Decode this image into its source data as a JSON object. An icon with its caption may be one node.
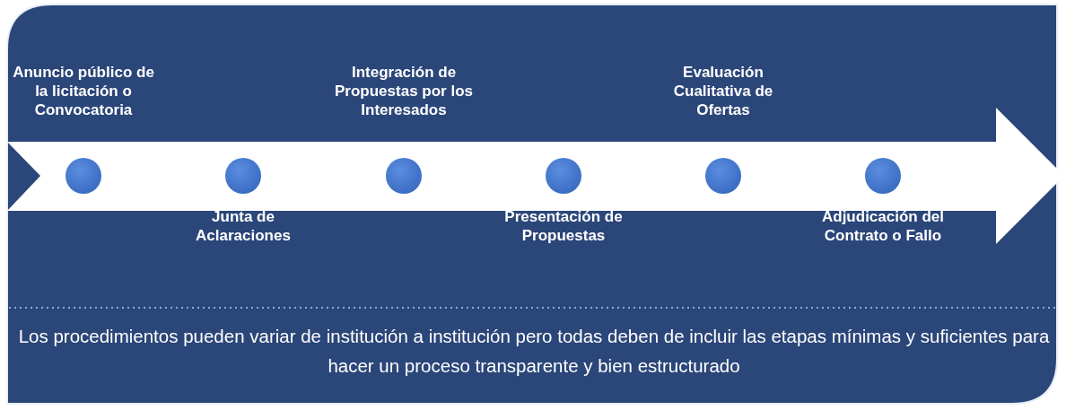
{
  "diagram": {
    "nodes": [
      {
        "text": [],
        "shape": "circle",
        "beside": [
          "Anuncio público de la licitación o Convocatoria"
        ]
      },
      {
        "text": [],
        "shape": "circle",
        "beside": [
          "Junta de Aclaraciones"
        ]
      },
      {
        "text": [],
        "shape": "circle",
        "beside": [
          "Integración de Propuestas por los Interesados"
        ]
      },
      {
        "text": [],
        "shape": "circle",
        "beside": [
          "Presentación de Propuestas"
        ]
      },
      {
        "text": [],
        "shape": "circle",
        "beside": [
          "Evaluación Cualitativa de Ofertas"
        ]
      },
      {
        "text": [],
        "shape": "circle",
        "beside": [
          "Adjudicación del Contrato o Fallo"
        ]
      }
    ],
    "edges": [],
    "labels": [
      "Los procedimientos pueden variar de institución a institución pero todas deben de incluir las etapas mínimas y suficientes para hacer un proceso transparente y bien estructurado"
    ]
  }
}
